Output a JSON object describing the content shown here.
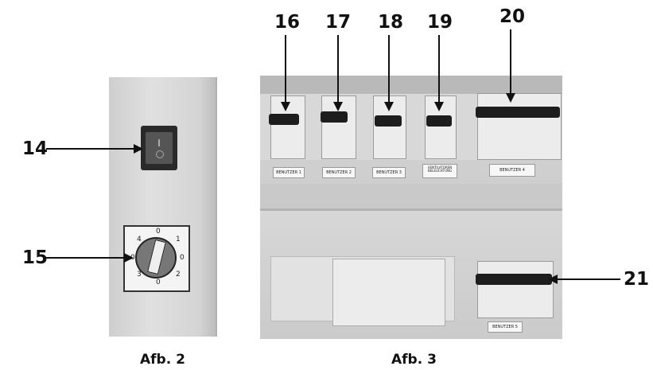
{
  "figures": [
    {
      "caption": "Afb. 2",
      "callouts": [
        "14",
        "15"
      ]
    },
    {
      "caption": "Afb. 3",
      "callouts": [
        "16",
        "17",
        "18",
        "19",
        "20",
        "21"
      ]
    }
  ],
  "rotary_dial_positions": [
    "0",
    "1",
    "0",
    "2",
    "0",
    "3",
    "0",
    "4"
  ],
  "breaker_labels": [
    "BENUTZER 1",
    "BENUTZER 2",
    "BENUTZER 3",
    "VENTILATOREN BELEUCHTUNG",
    "BENUTZER 4",
    "BENUTZER 5"
  ]
}
